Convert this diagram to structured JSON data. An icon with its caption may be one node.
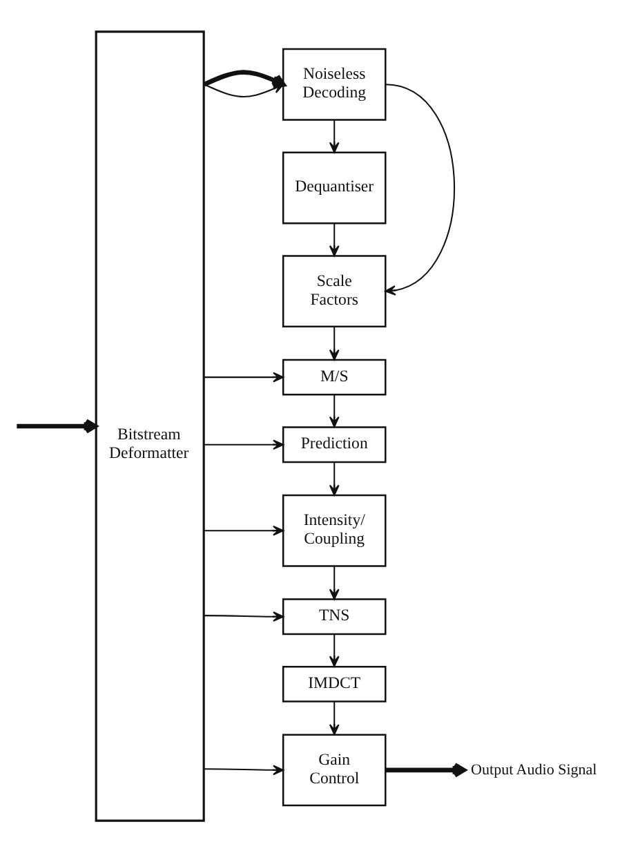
{
  "diagram": {
    "nodes": [
      {
        "text": [
          "Bitstream Deformatter"
        ]
      },
      {
        "text": [
          "Noiseless Decoding"
        ]
      },
      {
        "text": [
          "Dequantiser"
        ]
      },
      {
        "text": [
          "Scale Factors"
        ]
      },
      {
        "text": [
          "M/S"
        ]
      },
      {
        "text": [
          "Prediction"
        ]
      },
      {
        "text": [
          "Intensity/ Coupling"
        ]
      },
      {
        "text": [
          "TNS"
        ]
      },
      {
        "text": [
          "IMDCT"
        ]
      },
      {
        "text": [
          "Gain Control"
        ]
      },
      {
        "text": [
          "Output Audio Signal"
        ]
      }
    ],
    "edges": [
      {
        "from": null,
        "to": 0,
        "arrow": "to",
        "style": "thick"
      },
      {
        "from": 0,
        "to": 1,
        "arrow": "to"
      },
      {
        "from": 0,
        "to": 1,
        "arrow": "to",
        "style": "thick"
      },
      {
        "from": 1,
        "to": 2,
        "arrow": "to"
      },
      {
        "from": 1,
        "to": 3,
        "arrow": "to"
      },
      {
        "from": 2,
        "to": 3,
        "arrow": "to"
      },
      {
        "from": 3,
        "to": 4,
        "arrow": "to"
      },
      {
        "from": 0,
        "to": 4,
        "arrow": "to"
      },
      {
        "from": 4,
        "to": 5,
        "arrow": "to"
      },
      {
        "from": 0,
        "to": 5,
        "arrow": "to"
      },
      {
        "from": 5,
        "to": 6,
        "arrow": "to"
      },
      {
        "from": 0,
        "to": 6,
        "arrow": "to"
      },
      {
        "from": 6,
        "to": 7,
        "arrow": "to"
      },
      {
        "from": 0,
        "to": 7,
        "arrow": "to"
      },
      {
        "from": 7,
        "to": 8,
        "arrow": "to"
      },
      {
        "from": 8,
        "to": 9,
        "arrow": "to"
      },
      {
        "from": 0,
        "to": 9,
        "arrow": "to"
      },
      {
        "from": 9,
        "to": 10,
        "arrow": "to",
        "style": "thick"
      }
    ]
  }
}
